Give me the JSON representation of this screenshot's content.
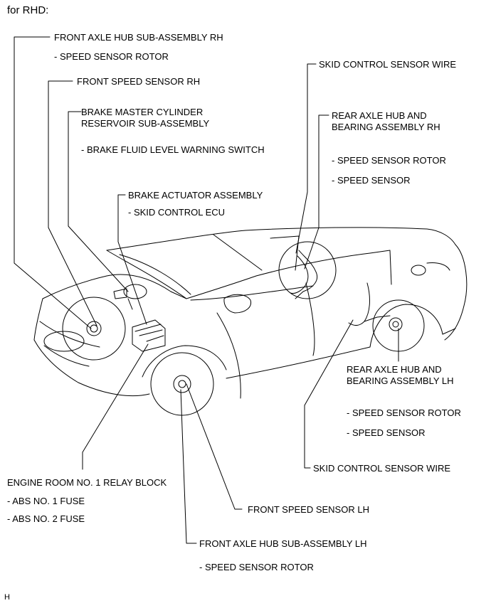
{
  "header": "for RHD:",
  "footer_code": "H",
  "labels": {
    "front_axle_hub_rh": "FRONT AXLE HUB SUB-ASSEMBLY RH",
    "front_axle_hub_rh_sub": "- SPEED SENSOR ROTOR",
    "front_speed_sensor_rh": "FRONT SPEED SENSOR RH",
    "brake_master_cyl_line1": "BRAKE MASTER CYLINDER",
    "brake_master_cyl_line2": "RESERVOIR SUB-ASSEMBLY",
    "brake_master_cyl_sub": "- BRAKE FLUID LEVEL WARNING SWITCH",
    "brake_actuator": "BRAKE ACTUATOR ASSEMBLY",
    "brake_actuator_sub": "- SKID CONTROL ECU",
    "skid_wire_top": "SKID CONTROL SENSOR WIRE",
    "rear_axle_rh_line1": "REAR AXLE HUB AND",
    "rear_axle_rh_line2": "BEARING ASSEMBLY RH",
    "rear_axle_rh_sub1": "- SPEED SENSOR ROTOR",
    "rear_axle_rh_sub2": "- SPEED SENSOR",
    "rear_axle_lh_line1": "REAR AXLE HUB AND",
    "rear_axle_lh_line2": "BEARING ASSEMBLY LH",
    "rear_axle_lh_sub1": "- SPEED SENSOR ROTOR",
    "rear_axle_lh_sub2": "- SPEED SENSOR",
    "skid_wire_bottom": "SKID CONTROL SENSOR WIRE",
    "engine_relay": "ENGINE ROOM NO. 1 RELAY BLOCK",
    "engine_relay_sub1": "- ABS NO. 1 FUSE",
    "engine_relay_sub2": "- ABS NO. 2 FUSE",
    "front_speed_sensor_lh": "FRONT SPEED SENSOR LH",
    "front_axle_hub_lh": "FRONT AXLE HUB SUB-ASSEMBLY LH",
    "front_axle_hub_lh_sub": "- SPEED SENSOR ROTOR"
  }
}
